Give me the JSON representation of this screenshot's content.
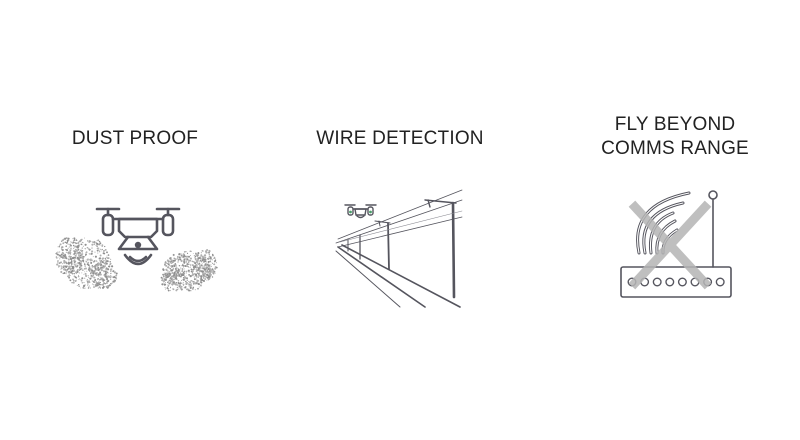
{
  "features": [
    {
      "title_lines": [
        "DUST PROOF"
      ],
      "icon": "drone-dust-icon"
    },
    {
      "title_lines": [
        "WIRE DETECTION"
      ],
      "icon": "drone-powerline-icon"
    },
    {
      "title_lines": [
        "FLY BEYOND",
        "COMMS RANGE"
      ],
      "icon": "signal-disabled-router-icon"
    }
  ],
  "colors": {
    "text": "#222222",
    "icon_stroke": "#55555e",
    "cross": "#b5b5b5",
    "dust": "#9a9a9a",
    "drone_green": "#4aa06a"
  }
}
